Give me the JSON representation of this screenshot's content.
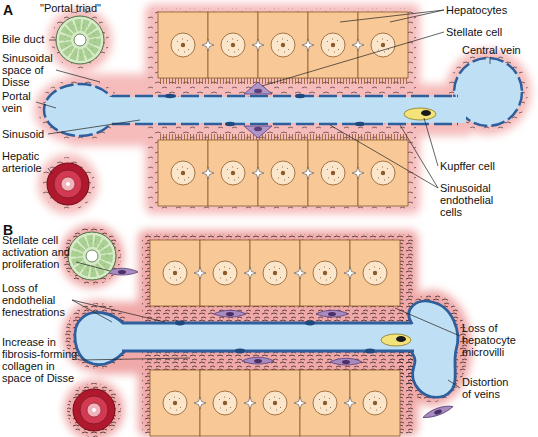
{
  "diagram": {
    "labels": [
      "A",
      "\"Portal triad\"",
      "Bile duct",
      "Sinusoidal space of Disse",
      "Portal vein",
      "Sinusoid",
      "Hepatic arteriole",
      "Hepatocytes",
      "Stellate cell",
      "Central vein",
      "Kupffer cell",
      "Sinusoidal endothelial cells",
      "B",
      "Stellate cell activation and proliferation",
      "Loss of endothelial fenestrations",
      "Increase in fibrosis-forming collagen in space of Disse",
      "Loss of hepatocyte microvilli",
      "Distortion of veins"
    ]
  }
}
